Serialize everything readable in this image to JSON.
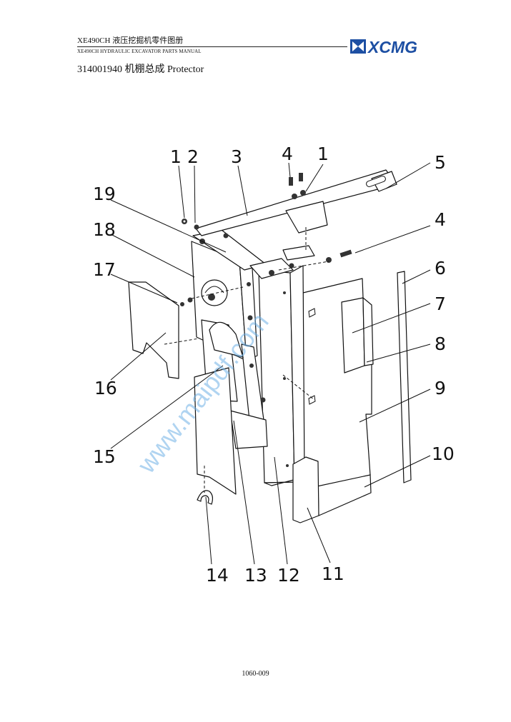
{
  "header": {
    "title_cn": "XE490CH 液压挖掘机零件图册",
    "title_en": "XE490CH HYDRAULIC EXCAVATOR PARTS MANUAL",
    "logo_text": "XCMG",
    "brand_color": "#1d4fa3"
  },
  "document": {
    "assembly_title": "314001940 机棚总成 Protector",
    "page_number": "1060-009"
  },
  "diagram": {
    "callouts": {
      "c1a": "1",
      "c2": "2",
      "c3": "3",
      "c4a": "4",
      "c1b": "1",
      "c5": "5",
      "c19": "19",
      "c18": "18",
      "c4b": "4",
      "c17": "17",
      "c6": "6",
      "c7": "7",
      "c8": "8",
      "c16": "16",
      "c9": "9",
      "c15": "15",
      "c10": "10",
      "c14": "14",
      "c13": "13",
      "c12": "12",
      "c11": "11"
    },
    "watermark": "www.maipdf.com"
  }
}
